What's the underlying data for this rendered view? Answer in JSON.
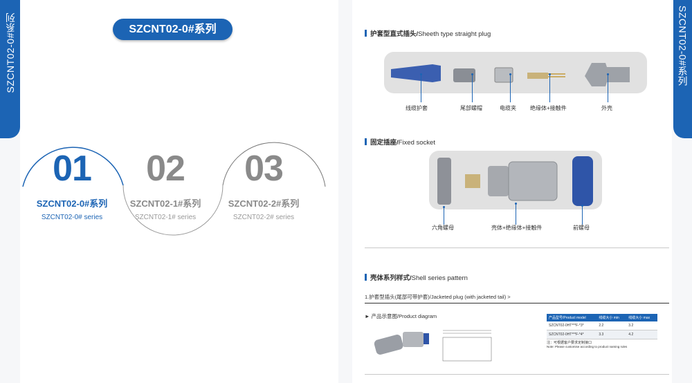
{
  "side_tab_left": "SZCNT02-0#系列",
  "side_tab_right": "SZCNT02-0#系列",
  "title": "SZCNT02-0#系列",
  "series": [
    {
      "num": "01",
      "cn": "SZCNT02-0#系列",
      "en": "SZCNT02-0# series"
    },
    {
      "num": "02",
      "cn": "SZCNT02-1#系列",
      "en": "SZCNT02-1# series"
    },
    {
      "num": "03",
      "cn": "SZCNT02-2#系列",
      "en": "SZCNT02-2# series"
    }
  ],
  "sec1": {
    "cn": "护套型直式插头/",
    "en": "Sheeth type straight plug"
  },
  "sec1_labels": [
    "线缆护套",
    "尾部螺帽",
    "电缆夹",
    "绝缘体+接触件",
    "外壳"
  ],
  "sec2": {
    "cn": "固定插座/",
    "en": "Fixed socket"
  },
  "sec2_labels": [
    "六角螺母",
    "壳体+绝缘体+接触件",
    "前螺母"
  ],
  "sec3": {
    "cn": "壳体系列样式/",
    "en": "Shell series pattern"
  },
  "sub1": "1.护套型插头(尾部可带护套)/Jacketed plug (with jacketed tail) >",
  "product_diagram": "► 产品示意图/Product diagram",
  "table": {
    "headers": [
      "产品型号/Product model",
      "线缆大小 min",
      "线缆大小 max"
    ],
    "rows": [
      [
        "SZCNT02-0HT***F-*3*",
        "2.2",
        "3.2"
      ],
      [
        "SZCNT02-0HT***F-*4*",
        "3.3",
        "4.2"
      ]
    ],
    "note": "注：可根据客户要求定制接口",
    "note_en": "Note: Please customise according to product naming rules"
  }
}
